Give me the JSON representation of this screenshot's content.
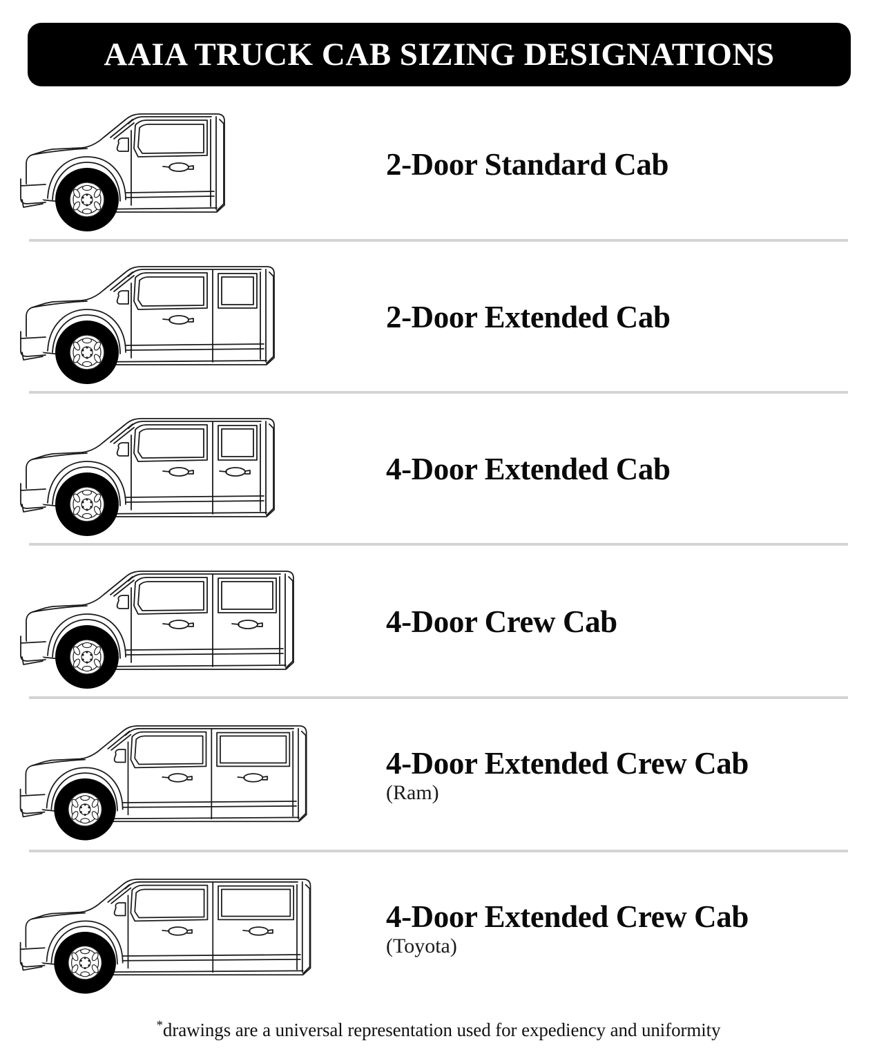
{
  "title": "AAIA TRUCK CAB SIZING DESIGNATIONS",
  "colors": {
    "banner_bg": "#000000",
    "banner_text": "#ffffff",
    "page_bg": "#ffffff",
    "label_text": "#0a0a0a",
    "divider": "#d4d4d4",
    "tire": "#000000",
    "outline": "#1a1a1a",
    "rim": "#ffffff"
  },
  "rows": [
    {
      "label": "2-Door Standard Cab",
      "sub": "",
      "icon": "truck-side-standard-cab",
      "doors": 2,
      "cab": "standard",
      "rear_window": false,
      "rear_door": false
    },
    {
      "label": "2-Door Extended Cab",
      "sub": "",
      "icon": "truck-side-extended-cab-2door",
      "doors": 2,
      "cab": "extended",
      "rear_window": true,
      "rear_door": false
    },
    {
      "label": "4-Door Extended Cab",
      "sub": "",
      "icon": "truck-side-extended-cab-4door",
      "doors": 4,
      "cab": "extended",
      "rear_window": true,
      "rear_door": true
    },
    {
      "label": "4-Door Crew Cab",
      "sub": "",
      "icon": "truck-side-crew-cab",
      "doors": 4,
      "cab": "crew",
      "rear_window": true,
      "rear_door": true
    },
    {
      "label": "4-Door Extended Crew Cab",
      "sub": "(Ram)",
      "icon": "truck-side-extended-crew-cab-ram",
      "doors": 4,
      "cab": "extended-crew",
      "rear_window": true,
      "rear_door": true
    },
    {
      "label": "4-Door Extended Crew Cab",
      "sub": "(Toyota)",
      "icon": "truck-side-extended-crew-cab-toyota",
      "doors": 4,
      "cab": "extended-crew",
      "rear_window": true,
      "rear_door": true
    }
  ],
  "footnote": {
    "marker": "*",
    "text": "drawings are a universal representation used for expediency and uniformity"
  }
}
